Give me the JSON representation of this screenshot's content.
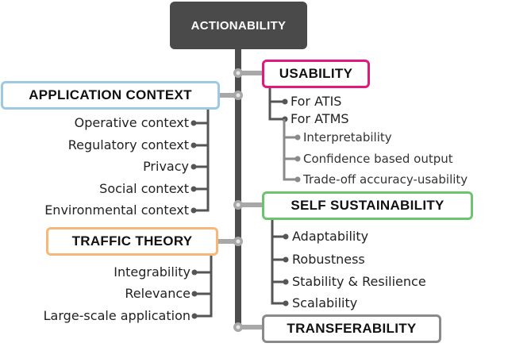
{
  "root": {
    "label": "ACTIONABILITY"
  },
  "colors": {
    "root_bg": "#4a4a4a",
    "trunk": "#4d4d4d",
    "usability": "#e0197a",
    "application_context": "#9ec9e2",
    "self_sustainability": "#6cc46e",
    "traffic_theory": "#f5b77a",
    "transferability": "#8a8a8a"
  },
  "branches": {
    "usability": {
      "label": "USABILITY",
      "items": [
        "For ATIS",
        "For ATMS"
      ],
      "sub_items": [
        "Interpretability",
        "Confidence based output",
        "Trade-off accuracy-usability"
      ]
    },
    "application_context": {
      "label": "APPLICATION CONTEXT",
      "items": [
        "Operative context",
        "Regulatory context",
        "Privacy",
        "Social context",
        "Environmental context"
      ]
    },
    "self_sustainability": {
      "label": "SELF SUSTAINABILITY",
      "items": [
        "Adaptability",
        "Robustness",
        "Stability & Resilience",
        "Scalability"
      ]
    },
    "traffic_theory": {
      "label": "TRAFFIC THEORY",
      "items": [
        "Integrability",
        "Relevance",
        "Large-scale application"
      ]
    },
    "transferability": {
      "label": "TRANSFERABILITY"
    }
  }
}
